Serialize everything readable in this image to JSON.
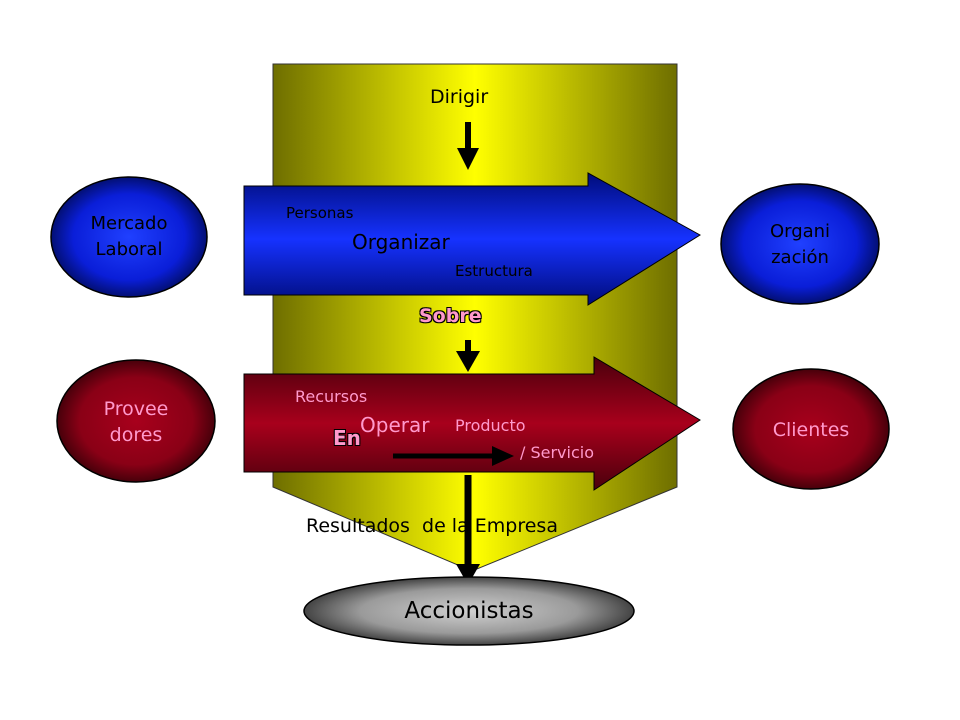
{
  "top_action": "Dirigir",
  "organize": {
    "label": "Organizar",
    "inputs": "Personas",
    "outputs": "Estructura"
  },
  "connector": "Sobre",
  "operate": {
    "label": "Operar",
    "inputs": "Recursos",
    "prefix": "En",
    "output_1": "Producto",
    "output_2": "/ Servicio"
  },
  "results": "Resultados  de la Empresa",
  "stakeholders": {
    "labor_market": "Mercado\nLaboral",
    "organization": "Organi\nzación",
    "suppliers": "Provee\ndores",
    "clients": "Clientes",
    "shareholders": "Accionistas"
  },
  "colors": {
    "yellow_light": "#ffff00",
    "yellow_dark": "#6b6b00",
    "blue": "#0a1ee8",
    "blue_dark": "#000a60",
    "red": "#9a0018",
    "red_dark": "#3a0008",
    "gray": "#8a8a8a",
    "pink_label": "#ff99cc"
  }
}
